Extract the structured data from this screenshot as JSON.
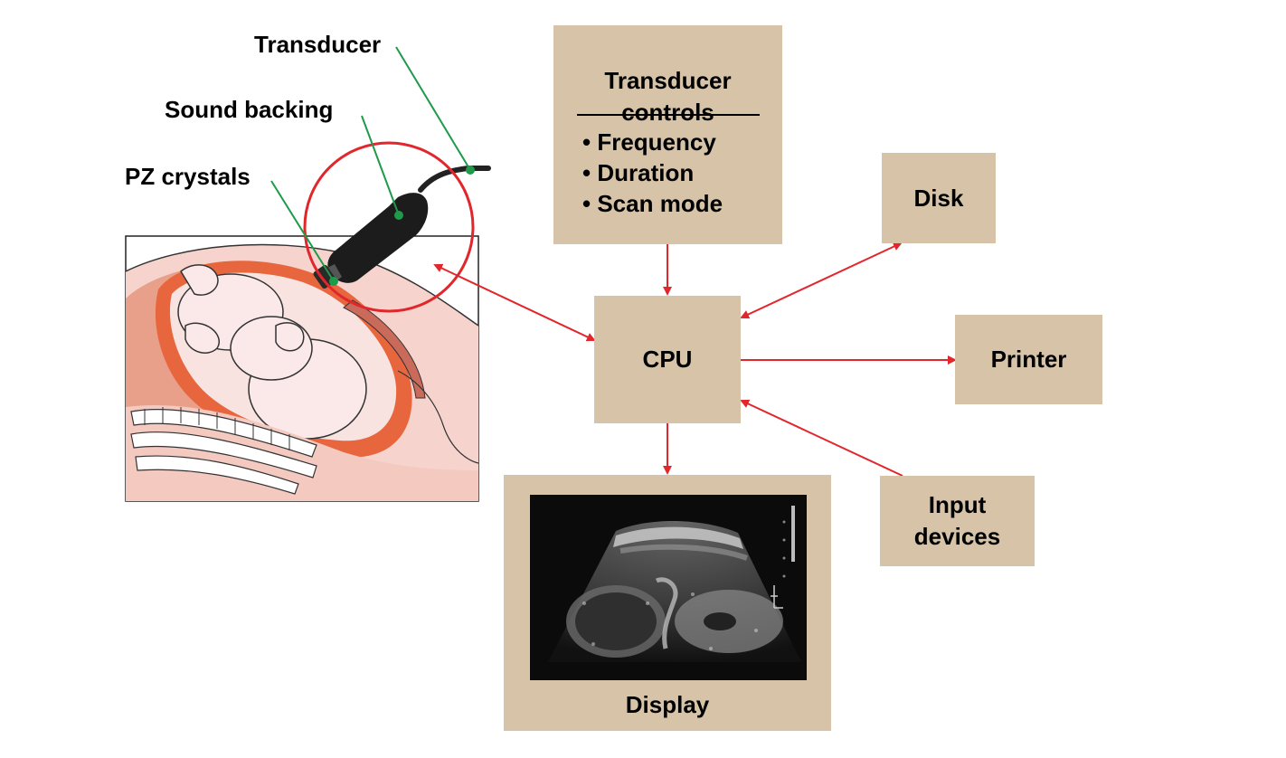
{
  "labels": {
    "transducer": "Transducer",
    "sound_backing": "Sound backing",
    "pz_crystals": "PZ crystals"
  },
  "boxes": {
    "transducer_controls": {
      "title_line1": "Transducer",
      "title_line2": "controls",
      "items": [
        "Frequency",
        "Duration",
        "Scan mode"
      ]
    },
    "cpu": "CPU",
    "disk": "Disk",
    "printer": "Printer",
    "input_line1": "Input",
    "input_line2": "devices",
    "display": "Display"
  },
  "colors": {
    "box_fill": "#d6c3a8",
    "arrow": "#e1262c",
    "leader_line": "#1f9a4a",
    "highlight_circle": "#e1262c"
  },
  "icons": {
    "illustration": "pregnant-abdomen-ultrasound-illustration",
    "scan": "fetal-ultrasound-scan-image"
  }
}
